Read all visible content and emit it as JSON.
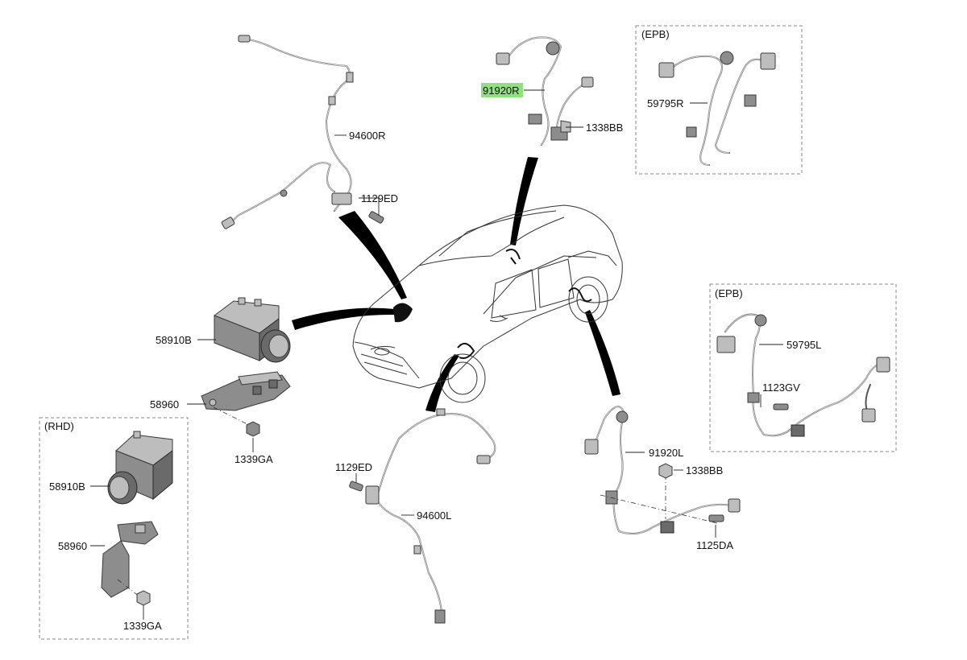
{
  "groups": {
    "epb_top": "(EPB)",
    "epb_right": "(EPB)",
    "rhd": "(RHD)"
  },
  "labels": {
    "p94600R": "94600R",
    "p1129ED_top": "1129ED",
    "p91920R": "91920R",
    "p1338BB_top": "1338BB",
    "p59795R": "59795R",
    "p58910B": "58910B",
    "p58960": "58960",
    "p1339GA": "1339GA",
    "p59795L": "59795L",
    "p1123GV": "1123GV",
    "p1129ED_bottom": "1129ED",
    "p94600L": "94600L",
    "p91920L": "91920L",
    "p1338BB_bottom": "1338BB",
    "p1125DA": "1125DA",
    "p58910B_rhd": "58910B",
    "p58960_rhd": "58960",
    "p1339GA_rhd": "1339GA"
  },
  "highlight": {
    "part": "91920R",
    "color": "#8fe07f"
  }
}
